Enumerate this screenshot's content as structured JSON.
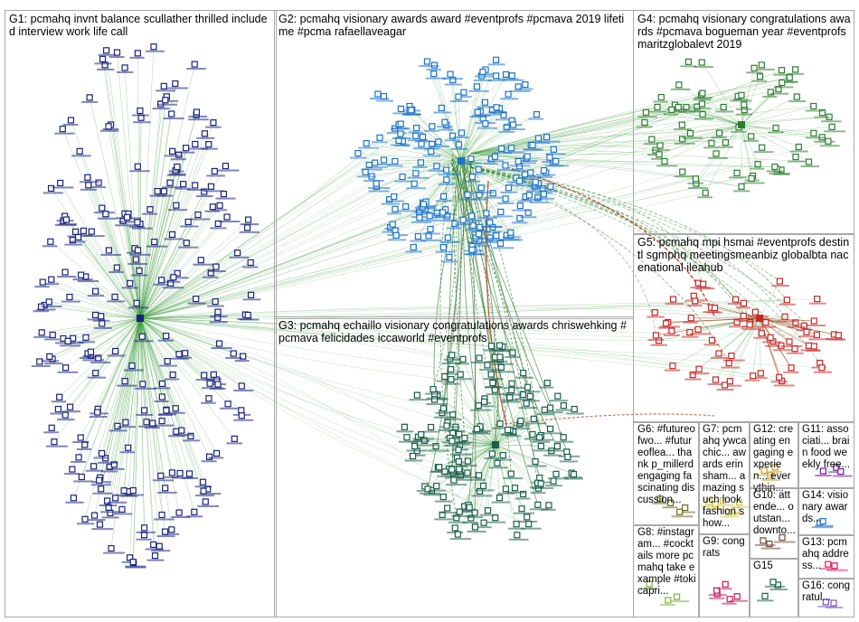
{
  "groups": [
    {
      "id": "G1",
      "label": "G1: pcmahq invnt balance scullather thrilled included interview work life call",
      "palette": "navy"
    },
    {
      "id": "G2",
      "label": "G2: pcmahq visionary awards award #eventprofs #pcmava 2019 lifetime #pcma rafaellaveagar",
      "palette": "blue"
    },
    {
      "id": "G3",
      "label": "G3: pcmahq echaillo visionary congratulations awards chriswehking #pcmava felicidades iccaworld #eventprofs",
      "palette": "teal"
    },
    {
      "id": "G4",
      "label": "G4: pcmahq visionary congratulations awards #pcmava bogueman year #eventprofs maritzglobalevt 2019",
      "palette": "green"
    },
    {
      "id": "G5",
      "label": "G5: pcmahq mpi hsmai #eventprofs destintl sgmphq meetingsmeanbiz globalbta nacenational ileahub",
      "palette": "red"
    },
    {
      "id": "G6",
      "label": "G6: #futureofwo... #futureoflea... thank p_millerd engaging fascinating discussion...",
      "palette": "olive"
    },
    {
      "id": "G7",
      "label": "G7: pcmahq ywcachic... awards erinsham... amazing such look fashion show...",
      "palette": "yellow"
    },
    {
      "id": "G8",
      "label": "G8: #instagram... #cocktails more pcmahq take example #tokicapri...",
      "palette": "lime"
    },
    {
      "id": "G9",
      "label": "G9: congrats",
      "palette": "magenta"
    },
    {
      "id": "G10",
      "label": "G10: attende... outstan... downto...",
      "palette": "brown"
    },
    {
      "id": "G11",
      "label": "G11: associati... brain food weekly free...",
      "palette": "purple"
    },
    {
      "id": "G12",
      "label": "G12: creating engaging experien... everythin...",
      "palette": "gold"
    },
    {
      "id": "G13",
      "label": "G13: pcmahq address...",
      "palette": "pink"
    },
    {
      "id": "G14",
      "label": "G14: visionary awards...",
      "palette": "blue"
    },
    {
      "id": "G15",
      "label": "G15",
      "palette": "teal"
    },
    {
      "id": "G16",
      "label": "G16: congratul...",
      "palette": "violet"
    }
  ],
  "colors": {
    "edge": "#3f9e3f",
    "edge_dark": "#1f6f1f",
    "edge_red": "#b03a1a",
    "box_border": "#a9a9a9",
    "background": "#ffffff",
    "navy": "#1a237e",
    "blue": "#1e73c8",
    "teal": "#1b5e4b",
    "green": "#2e7d32",
    "red": "#c62828",
    "olive": "#6b6b1f",
    "yellow": "#d4c84a",
    "lime": "#7cb342",
    "magenta": "#c2185b",
    "brown": "#6d4c41",
    "purple": "#6a1b9a",
    "gold": "#c9a227",
    "pink": "#d81b60",
    "violet": "#7e57c2"
  }
}
